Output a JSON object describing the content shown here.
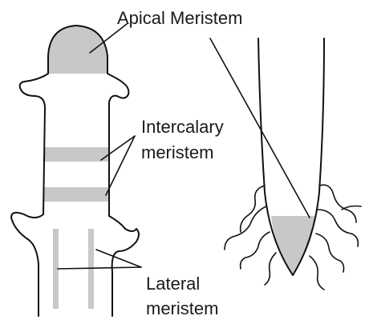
{
  "labels": {
    "apical": "Apical Meristem",
    "intercalary_1": "Intercalary",
    "intercalary_2": "meristem",
    "lateral_1": "Lateral",
    "lateral_2": "meristem"
  },
  "colors": {
    "meristem": "#c8c8c8",
    "outline": "#111111",
    "background": "#ffffff"
  }
}
